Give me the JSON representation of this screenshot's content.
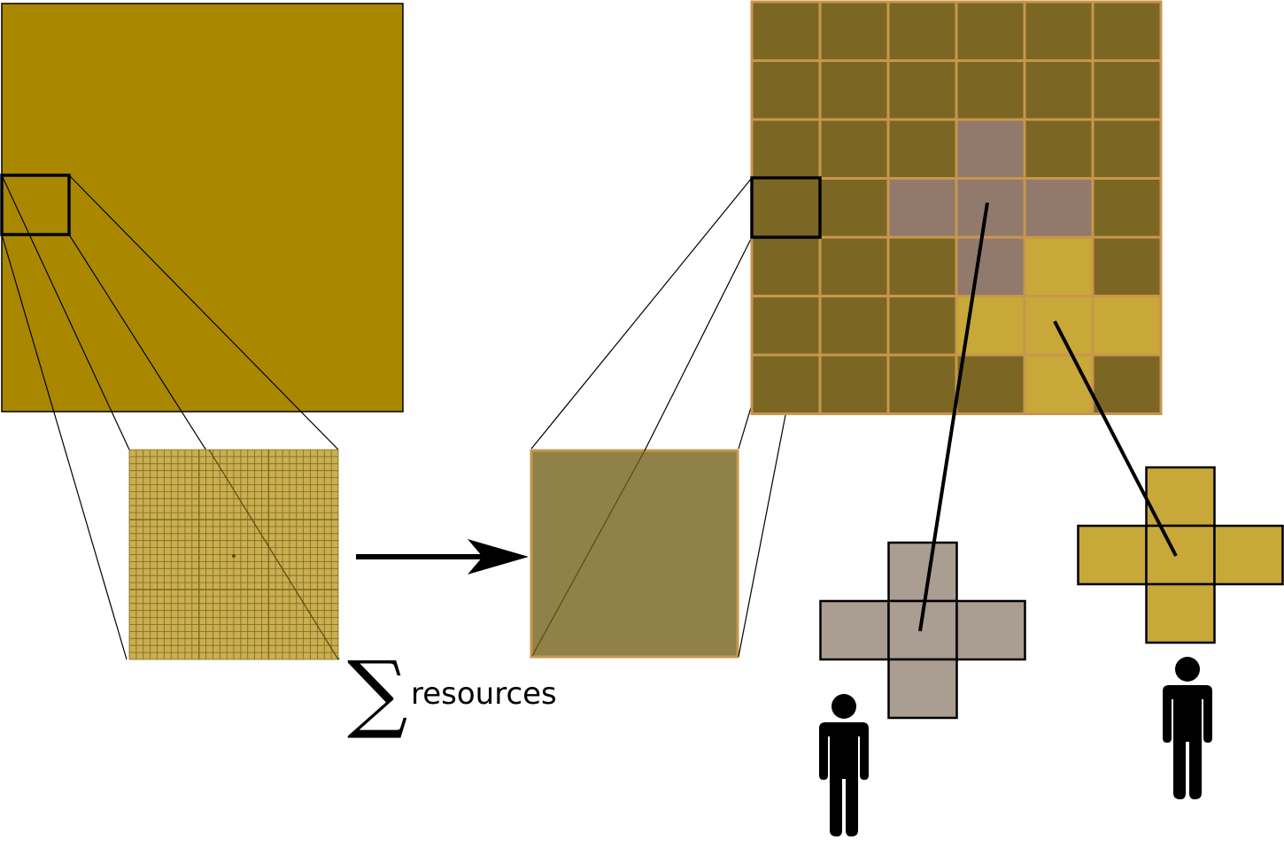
{
  "colors": {
    "landscape": "#a98800",
    "landscape_border": "#000000",
    "fine_cell": "#cbae52",
    "fine_line": "#7a6a1a",
    "aggregate_cell": "#8f8148",
    "aggregate_border": "#c8964c",
    "grid_cell": "#7b6723",
    "grid_line": "#c8964c",
    "agent_a_patch": "#917a6b",
    "agent_b_patch": "#c8a838",
    "cross_a_fill": "#aa9d91",
    "cross_b_fill": "#c8a838",
    "person": "#000000"
  },
  "icons": {
    "arrow": "right-arrow-icon",
    "sigma": "sigma-symbol",
    "person": "person-icon"
  },
  "annotation": {
    "sigma": "∑",
    "label": "resources"
  },
  "grid": {
    "rows": 7,
    "cols": 6,
    "agent_a_cells": [
      [
        2,
        3
      ],
      [
        3,
        2
      ],
      [
        3,
        3
      ],
      [
        3,
        4
      ],
      [
        4,
        3
      ]
    ],
    "agent_b_cells": [
      [
        4,
        4
      ],
      [
        5,
        3
      ],
      [
        5,
        4
      ],
      [
        5,
        5
      ],
      [
        6,
        4
      ]
    ]
  },
  "fine_grid": {
    "divisions": 30
  }
}
